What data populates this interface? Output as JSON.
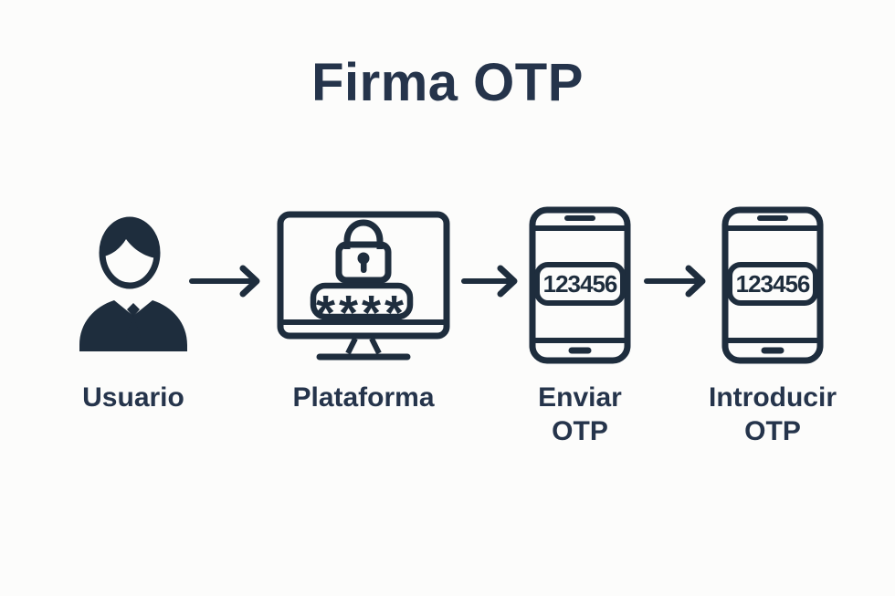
{
  "colors": {
    "ink": "#25344b",
    "icon_ink": "#1e2d3d",
    "background": "#fcfcfb"
  },
  "title": "Firma OTP",
  "steps": [
    {
      "id": "usuario",
      "icon": "businessman-icon",
      "label_line1": "Usuario"
    },
    {
      "id": "plataforma",
      "icon": "monitor-lock-icon",
      "label_line1": "Plataforma",
      "password_mask": "****"
    },
    {
      "id": "enviar-otp",
      "icon": "smartphone-icon",
      "label_line1": "Enviar",
      "label_line2": "OTP",
      "otp_code": "123456"
    },
    {
      "id": "introducir-otp",
      "icon": "smartphone-icon",
      "label_line1": "Introducir",
      "label_line2": "OTP",
      "otp_code": "123456"
    }
  ],
  "connectors": [
    {
      "icon": "arrow-right-icon"
    },
    {
      "icon": "arrow-right-icon"
    },
    {
      "icon": "arrow-right-icon"
    }
  ]
}
